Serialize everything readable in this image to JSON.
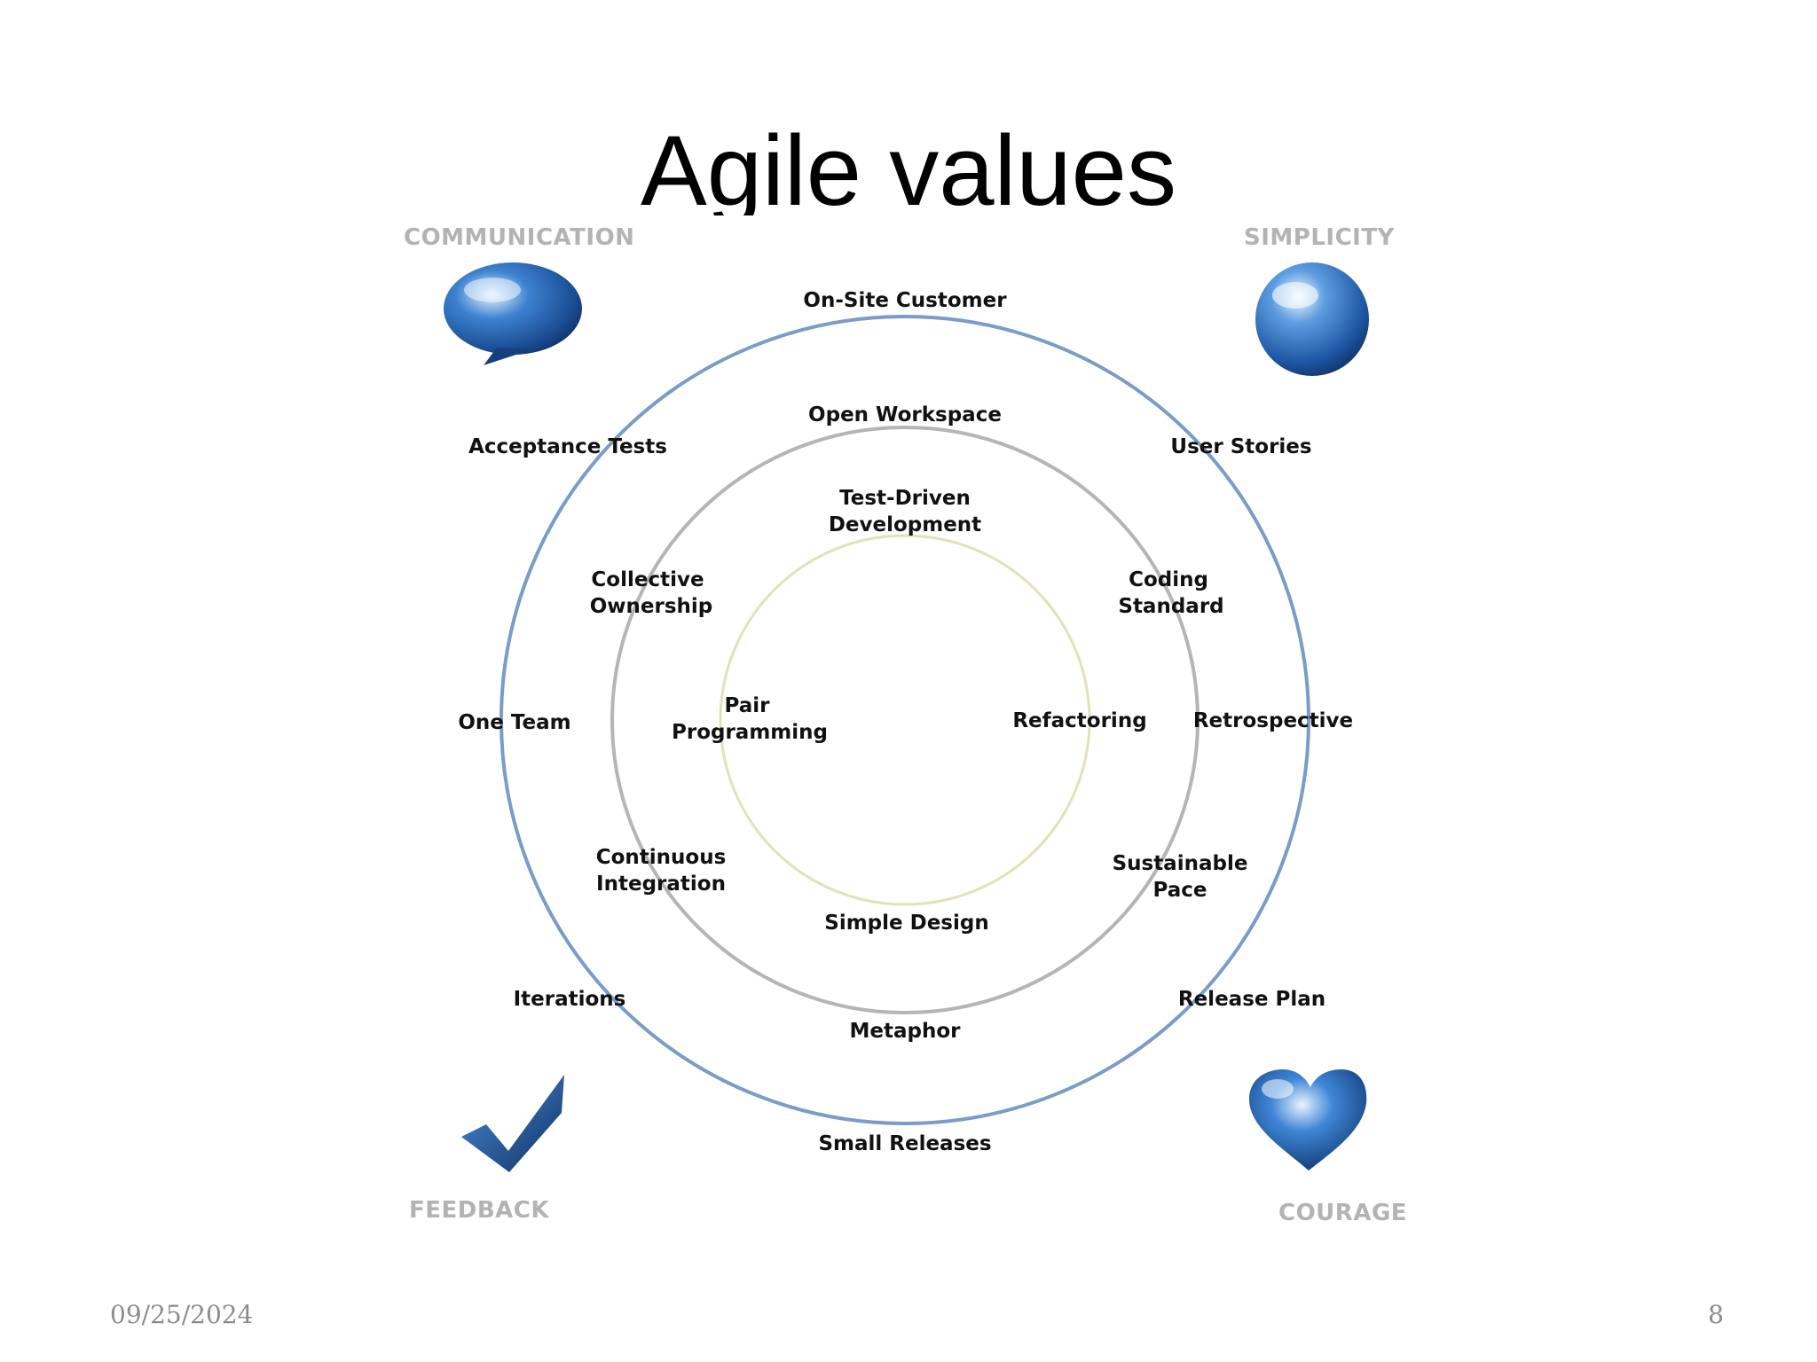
{
  "slide": {
    "title": "Agile values",
    "date": "09/25/2024",
    "page_number": "8"
  },
  "values": {
    "communication": "COMMUNICATION",
    "simplicity": "SIMPLICITY",
    "feedback": "FEEDBACK",
    "courage": "COURAGE"
  },
  "outer_ring": {
    "on_site_customer": "On-Site Customer",
    "acceptance_tests": "Acceptance Tests",
    "user_stories": "User Stories",
    "one_team": "One Team",
    "retrospective": "Retrospective",
    "iterations": "Iterations",
    "release_plan": "Release Plan",
    "small_releases": "Small Releases"
  },
  "middle_ring": {
    "open_workspace": "Open Workspace",
    "collective_ownership_1": "Collective",
    "collective_ownership_2": "Ownership",
    "coding_standard_1": "Coding",
    "coding_standard_2": "Standard",
    "continuous_integration_1": "Continuous",
    "continuous_integration_2": "Integration",
    "sustainable_pace_1": "Sustainable",
    "sustainable_pace_2": "Pace",
    "metaphor": "Metaphor"
  },
  "inner_ring": {
    "test_driven_1": "Test-Driven",
    "test_driven_2": "Development",
    "pair_programming_1": "Pair",
    "pair_programming_2": "Programming",
    "refactoring": "Refactoring",
    "simple_design": "Simple Design"
  },
  "colors": {
    "outer_ring": "#7a9cc6",
    "middle_ring": "#b5b5b5",
    "inner_ring": "#e2e2b8",
    "icon_blue_dark": "#12356b",
    "icon_blue_mid": "#2a6fc0",
    "icon_blue_light": "#cfe2f7"
  }
}
